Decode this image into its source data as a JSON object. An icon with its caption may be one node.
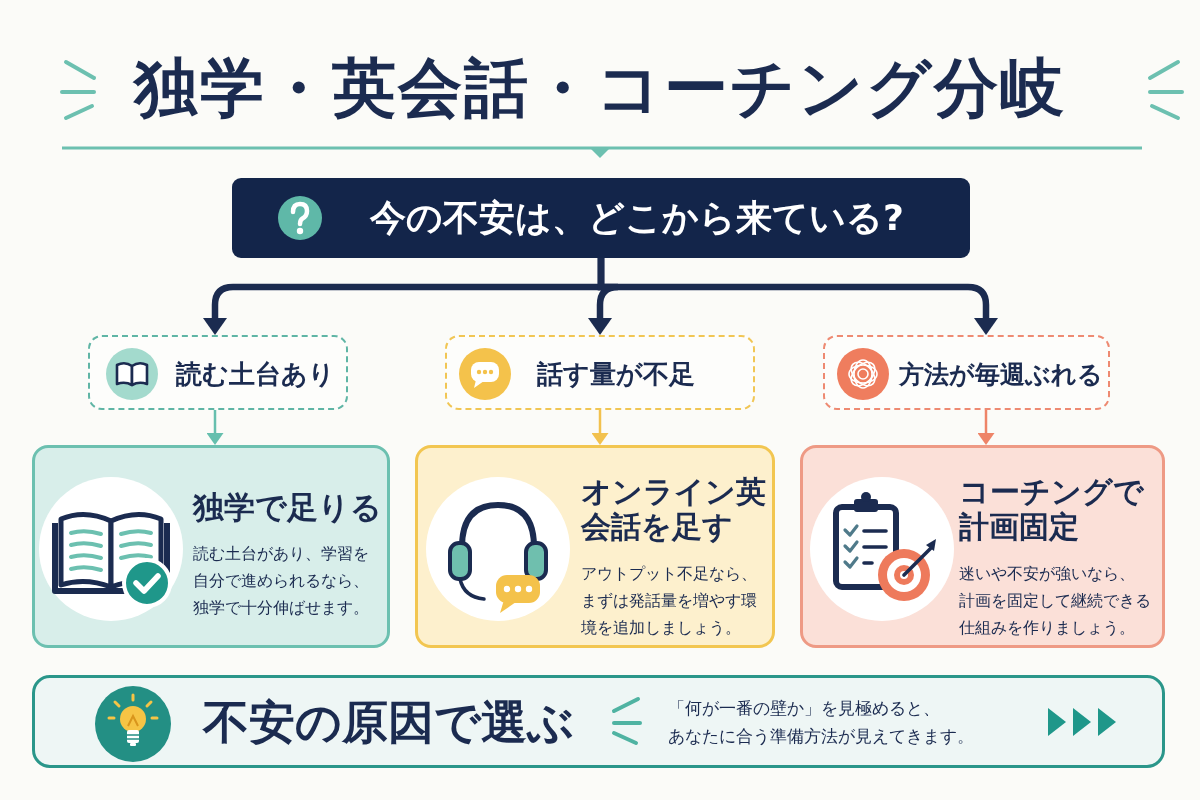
{
  "diagram": {
    "title": "独学・英会話・コーチング分岐",
    "nodes": [
      {
        "text": [
          "今の不安は、どこから来ている?"
        ]
      },
      {
        "text": [
          "読む土台あり"
        ]
      },
      {
        "text": [
          "話す量が不足"
        ]
      },
      {
        "text": [
          "方法が毎週ぶれる"
        ]
      },
      {
        "text": [
          "独学で足りる",
          "読む土台があり、学習を自分で進められるなら、独学で十分伸ばせます。"
        ]
      },
      {
        "text": [
          "オンライン英会話を足す",
          "アウトプット不足なら、まずは発話量を増やす環境を追加しましょう。"
        ]
      },
      {
        "text": [
          "コーチングで計画固定",
          "迷いや不安が強いなら、計画を固定して継続できる仕組みを作りましょう。"
        ]
      },
      {
        "text": [
          "不安の原因で選ぶ",
          "「何が一番の壁か」を見極めると、あなたに合う準備方法が見えてきます。"
        ]
      }
    ],
    "edges": [
      {
        "from": 0,
        "to": 1,
        "arrow": "to",
        "style": "thick"
      },
      {
        "from": 0,
        "to": 2,
        "arrow": "to",
        "style": "thick"
      },
      {
        "from": 0,
        "to": 3,
        "arrow": "to",
        "style": "thick"
      },
      {
        "from": 1,
        "to": 4,
        "arrow": "to",
        "color": "#66bfae"
      },
      {
        "from": 2,
        "to": 5,
        "arrow": "to",
        "color": "#f2c14e"
      },
      {
        "from": 3,
        "to": 6,
        "arrow": "to",
        "color": "#ee8468"
      }
    ]
  }
}
